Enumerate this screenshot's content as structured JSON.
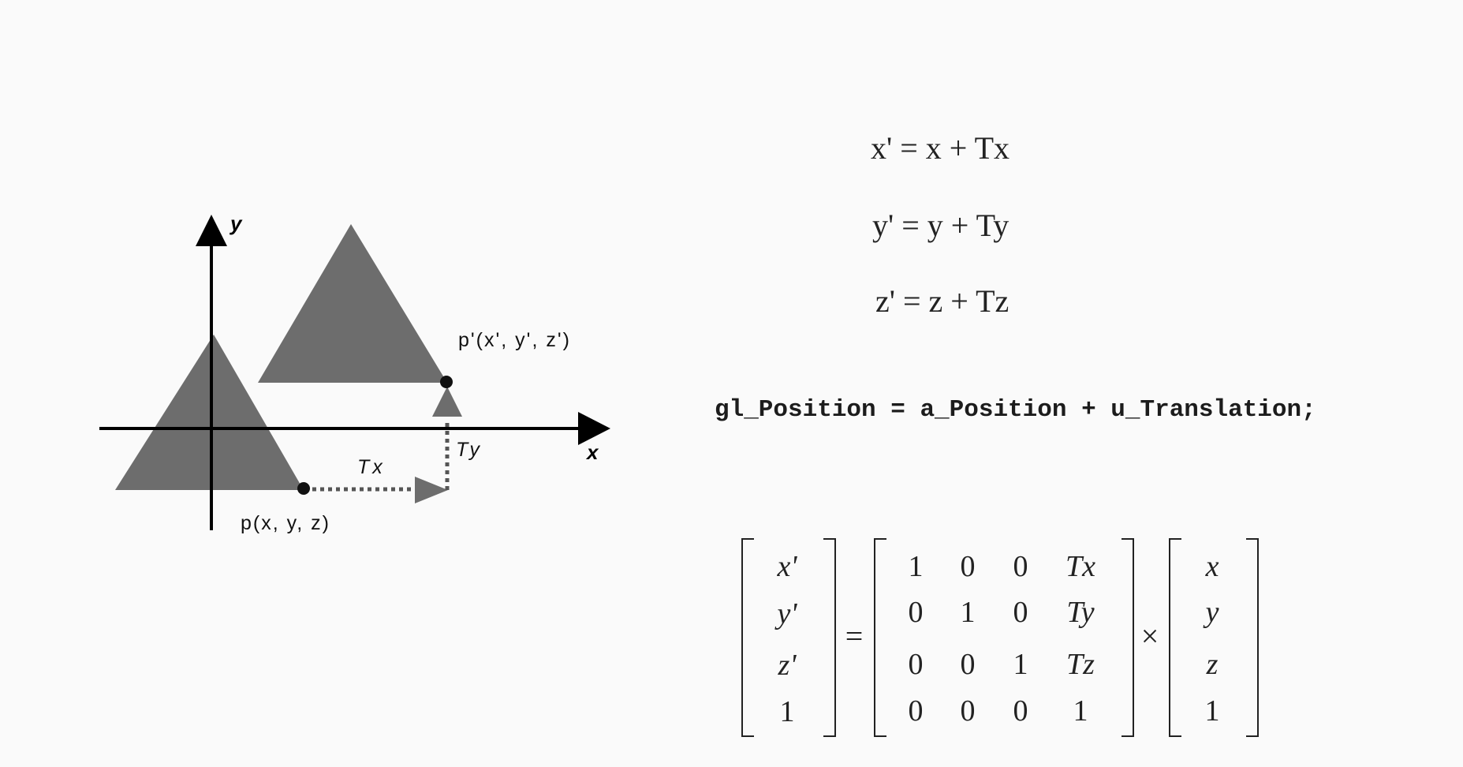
{
  "diagram": {
    "axis_y_label": "y",
    "axis_x_label": "x",
    "point_original_label": "p(x, y, z)",
    "point_translated_label": "p'(x', y', z')",
    "tx_label": "Tx",
    "ty_label": "Ty",
    "triangle_color": "#6d6d6d",
    "axis_color": "#000000"
  },
  "equations": {
    "x_eq": "x' = x + Tx",
    "y_eq": "y' = y + Ty",
    "z_eq": "z' = z + Tz"
  },
  "code": {
    "line": "gl_Position = a_Position + u_Translation;"
  },
  "matrix_equation": {
    "left_vector": [
      "x'",
      "y'",
      "z'",
      "1"
    ],
    "equals": "=",
    "matrix": [
      [
        "1",
        "0",
        "0",
        "Tx"
      ],
      [
        "0",
        "1",
        "0",
        "Ty"
      ],
      [
        "0",
        "0",
        "1",
        "Tz"
      ],
      [
        "0",
        "0",
        "0",
        "1"
      ]
    ],
    "times": "×",
    "right_vector": [
      "x",
      "y",
      "z",
      "1"
    ]
  }
}
